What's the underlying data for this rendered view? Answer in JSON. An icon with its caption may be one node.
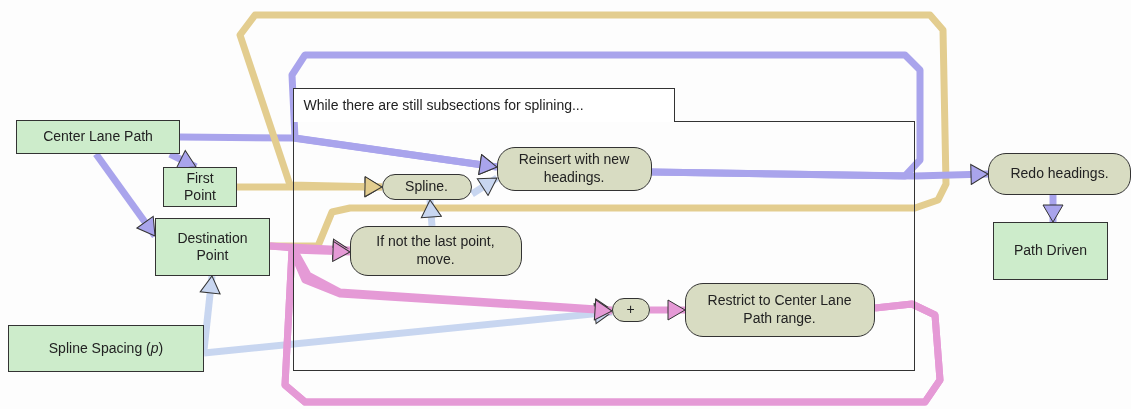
{
  "diagram": {
    "nodes": [
      {
        "text": [
          "While there are still subsections for splining..."
        ]
      },
      {
        "text": [
          "Center Lane Path"
        ]
      },
      {
        "text": [
          "First Point"
        ]
      },
      {
        "text": [
          "Destination Point"
        ]
      },
      {
        "text": [
          "Spline Spacing (*p*)"
        ]
      },
      {
        "text": [
          "Spline."
        ],
        "in": 0
      },
      {
        "text": [
          "Reinsert with new headings."
        ],
        "in": 0
      },
      {
        "text": [
          "If not the last point, move."
        ],
        "in": 0
      },
      {
        "text": [
          "+"
        ],
        "in": 0
      },
      {
        "text": [
          "Restrict to Center Lane Path range."
        ],
        "in": 0
      },
      {
        "text": [
          "Redo headings."
        ]
      },
      {
        "text": [
          "Path Driven"
        ]
      }
    ],
    "edges": [
      {
        "from": 1,
        "to": 2,
        "arrow": "to"
      },
      {
        "from": 1,
        "to": 3,
        "arrow": "to"
      },
      {
        "from": 1,
        "to": 6,
        "arrow": "to"
      },
      {
        "from": 2,
        "to": 5,
        "arrow": "to",
        "color": "#e3cd8f"
      },
      {
        "from": 3,
        "to": 5,
        "arrow": "to",
        "color": "#e3cd8f"
      },
      {
        "from": 5,
        "to": 6,
        "arrow": "to",
        "color": "#c8d6f0"
      },
      {
        "from": 6,
        "to": 10,
        "arrow": "to"
      },
      {
        "from": 6,
        "to": 6,
        "arrow": "to"
      },
      {
        "from": 10,
        "to": 11,
        "arrow": "to"
      },
      {
        "from": 3,
        "to": 7,
        "arrow": "to",
        "color": "#e59ad6"
      },
      {
        "from": 3,
        "to": 8,
        "arrow": "to",
        "color": "#e59ad6"
      },
      {
        "from": 4,
        "to": 3,
        "arrow": "to",
        "color": "#c8d6f0"
      },
      {
        "from": 4,
        "to": 8,
        "arrow": "to",
        "color": "#c8d6f0"
      },
      {
        "from": 7,
        "to": 5,
        "arrow": "to",
        "color": "#c8d6f0"
      },
      {
        "from": 8,
        "to": 9,
        "arrow": "to",
        "color": "#e59ad6"
      },
      {
        "from": 9,
        "to": 7,
        "arrow": "to",
        "color": "#e59ad6"
      },
      {
        "from": 9,
        "to": 8,
        "arrow": "to",
        "color": "#e59ad6"
      }
    ]
  }
}
